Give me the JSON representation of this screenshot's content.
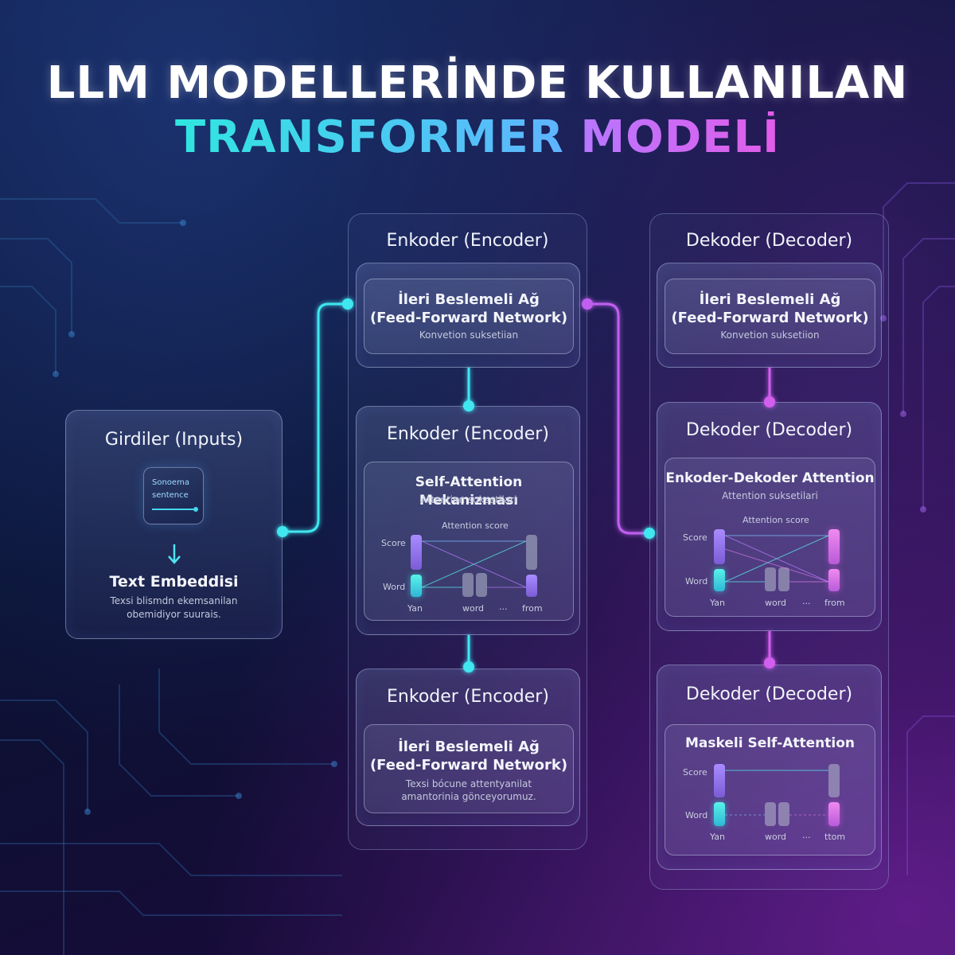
{
  "title": {
    "line1": "LLM MODELLERİNDE KULLANILAN",
    "line2_a": "TRANSFORMER",
    "line2_b": "MODELİ"
  },
  "colors": {
    "cyan": "#34e6e4",
    "pink": "#d861ec",
    "violet": "#a07cff"
  },
  "inputs": {
    "title": "Girdiler (Inputs)",
    "card_line1": "Sonoema",
    "card_line2": "sentence",
    "arrow_icon": "arrow-down-icon",
    "embed_title": "Text Embeddisi",
    "embed_desc_1": "Texsi blismdn ekemsanilan",
    "embed_desc_2": "obemidiyor suurais."
  },
  "encoder": {
    "column_title": "Enkoder (Encoder)",
    "top_block": {
      "title_1": "İleri Beslemeli Ağ",
      "title_2": "(Feed-Forward Network)",
      "sub": "Konvetion suksetiian"
    },
    "mid_panel": {
      "title": "Enkoder (Encoder)",
      "block_title": "Self-Attention Mekanizması",
      "block_sub": "Attention suksetilari",
      "viz": {
        "header": "Attention score",
        "score": "Score",
        "word": "Word",
        "labels": [
          "Yan",
          "word",
          "...",
          "from"
        ]
      }
    },
    "bottom_panel": {
      "title": "Enkoder (Encoder)",
      "block_title_1": "İleri Beslemeli Ağ",
      "block_title_2": "(Feed-Forward Network)",
      "block_sub_1": "Texsi bócune attentyanilat",
      "block_sub_2": "amantorinia gönceyorumuz."
    }
  },
  "decoder": {
    "column_title": "Dekoder (Decoder)",
    "top_block": {
      "title_1": "İleri Beslemeli Ağ",
      "title_2": "(Feed-Forward Network)",
      "sub": "Konvetion suksetiion"
    },
    "mid_panel": {
      "title": "Dekoder (Decoder)",
      "block_title": "Enkoder-Dekoder Attention",
      "block_sub": "Attention suksetilari",
      "viz": {
        "header": "Attention score",
        "score": "Score",
        "word": "Word",
        "labels": [
          "Yan",
          "word",
          "...",
          "from"
        ]
      }
    },
    "bottom_panel": {
      "title": "Dekoder (Decoder)",
      "block_title": "Maskeli Self-Attention",
      "viz": {
        "score": "Score",
        "word": "Word",
        "labels": [
          "Yan",
          "word",
          "...",
          "ttom"
        ]
      }
    }
  }
}
